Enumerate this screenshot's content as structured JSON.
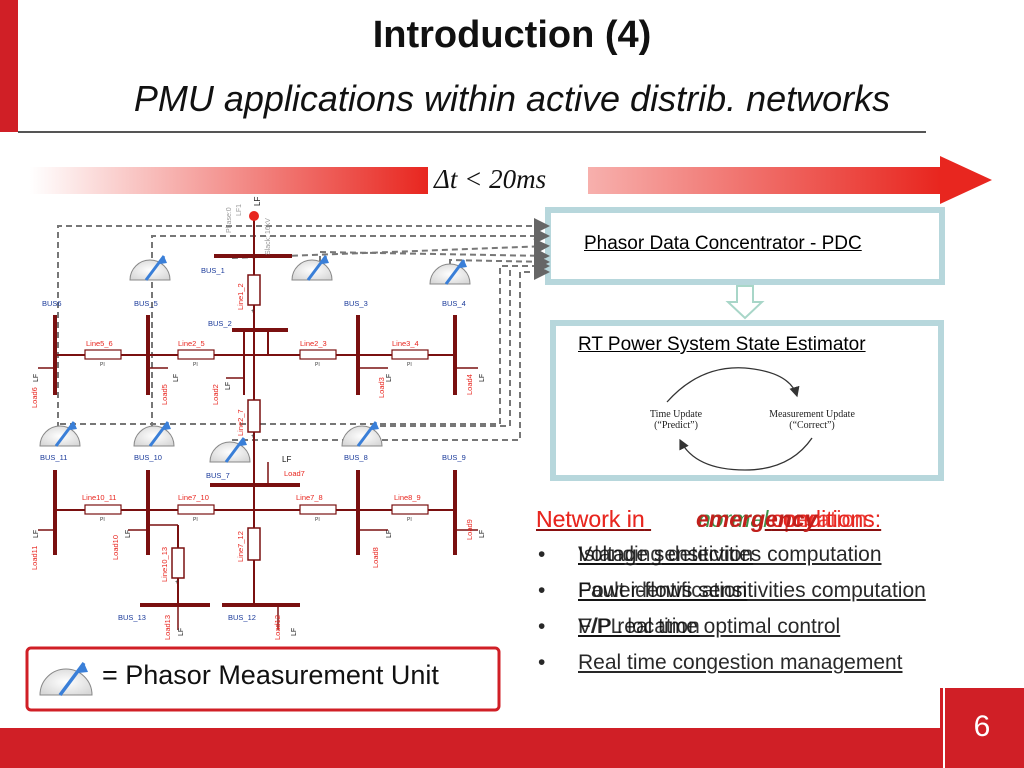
{
  "slide": {
    "title": "Introduction (4)",
    "subtitle": "PMU applications within active distrib. networks",
    "page_number": "6"
  },
  "timebar": {
    "label": "Δt < 20ms",
    "color": "#e8261f"
  },
  "pdc_box": {
    "title": "Phasor Data Concentrator - PDC",
    "border_color": "#b7d7dc"
  },
  "estimator_box": {
    "title": "RT Power System State Estimator",
    "time_update": "Time Update",
    "time_update_sub": "(“Predict”)",
    "measurement_update": "Measurement Update",
    "measurement_update_sub": "(“Correct”)"
  },
  "emergency": {
    "title_prefix": "Network in",
    "title_word": "emergency",
    "title_suffix": "conditions:",
    "items": [
      "Islanding detection",
      "Fault identification",
      "F/PL location"
    ]
  },
  "normal": {
    "title_prefix": "Network in",
    "title_word": "normal",
    "title_suffix": "operation:",
    "items": [
      "Voltage sensitivities computation",
      "Power-flows sensitivities computation",
      "V/P real time optimal control",
      "Real time congestion management"
    ]
  },
  "bullet_char": "•",
  "legend": {
    "label": "= Phasor Measurement Unit",
    "border_color": "#d01f26"
  },
  "network": {
    "slack_lines": [
      "Phase:0",
      "LF1",
      "Slack: 16kV"
    ],
    "slack_marker": "LF",
    "buses": [
      "BUS_1",
      "BUS_2",
      "BUS_3",
      "BUS_4",
      "BUS_5",
      "BUS6",
      "BUS_7",
      "BUS_8",
      "BUS_9",
      "BUS_10",
      "BUS_11",
      "BUS_12",
      "BUS_13"
    ],
    "lines": [
      "Line1_2",
      "Line2_3",
      "Line2_5",
      "Line3_4",
      "Line5_6",
      "Line2_7",
      "Line7_8",
      "Line7_10",
      "Line8_9",
      "Line10_11",
      "Line10_13",
      "Line7_12"
    ],
    "loads": [
      "Load2",
      "Load3",
      "Load4",
      "Load5",
      "Load6",
      "Load7",
      "Load8",
      "Load9",
      "Load10",
      "Load11",
      "Load12",
      "Load13"
    ],
    "pi_label": "PI",
    "lf_label": "LF",
    "plus_label": "+",
    "line_color": "#7a1010",
    "pmu_color": "#3a7fd8"
  }
}
